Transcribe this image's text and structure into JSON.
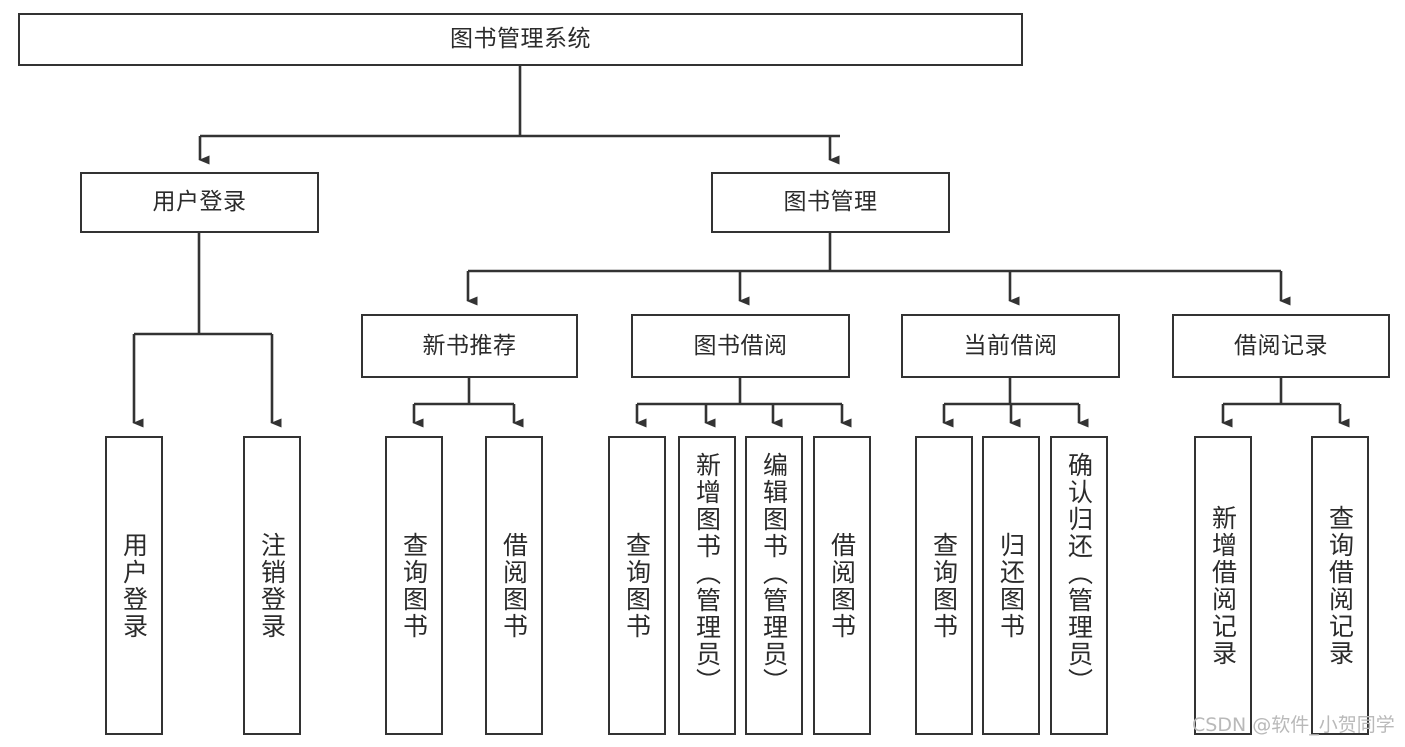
{
  "diagram": {
    "type": "tree-hierarchy-chart",
    "title": "图书管理系统",
    "stroke_color": "#333333",
    "text_color": "#2b2b2b",
    "background_color": "#ffffff",
    "nodes": {
      "root": {
        "label": "图书管理系统",
        "level": 1
      },
      "user_login": {
        "label": "用户登录",
        "level": 2
      },
      "book_manage": {
        "label": "图书管理",
        "level": 2
      },
      "new_book_rec": {
        "label": "新书推荐",
        "level": 3
      },
      "book_borrow": {
        "label": "图书借阅",
        "level": 3
      },
      "current_borrow": {
        "label": "当前借阅",
        "level": 3
      },
      "borrow_record": {
        "label": "借阅记录",
        "level": 3
      },
      "leaf_user_login": {
        "label": "用户登录",
        "level": 4
      },
      "leaf_logout": {
        "label": "注销登录",
        "level": 4
      },
      "leaf_query_book_a": {
        "label": "查询图书",
        "level": 4
      },
      "leaf_borrow_book_a": {
        "label": "借阅图书",
        "level": 4
      },
      "leaf_query_book_b": {
        "label": "查询图书",
        "level": 4
      },
      "leaf_add_book": {
        "label": "新增图书（管理员）",
        "level": 4
      },
      "leaf_edit_book": {
        "label": "编辑图书（管理员）",
        "level": 4
      },
      "leaf_borrow_book_b": {
        "label": "借阅图书",
        "level": 4
      },
      "leaf_query_book_c": {
        "label": "查询图书",
        "level": 4
      },
      "leaf_return_book": {
        "label": "归还图书",
        "level": 4
      },
      "leaf_confirm_return": {
        "label": "确认归还（管理员）",
        "level": 4
      },
      "leaf_add_record": {
        "label": "新增借阅记录",
        "level": 4
      },
      "leaf_query_record": {
        "label": "查询借阅记录",
        "level": 4
      }
    },
    "edges": [
      {
        "from": "root",
        "to": "user_login"
      },
      {
        "from": "root",
        "to": "book_manage"
      },
      {
        "from": "user_login",
        "to": "leaf_user_login"
      },
      {
        "from": "user_login",
        "to": "leaf_logout"
      },
      {
        "from": "book_manage",
        "to": "new_book_rec"
      },
      {
        "from": "book_manage",
        "to": "book_borrow"
      },
      {
        "from": "book_manage",
        "to": "current_borrow"
      },
      {
        "from": "book_manage",
        "to": "borrow_record"
      },
      {
        "from": "new_book_rec",
        "to": "leaf_query_book_a"
      },
      {
        "from": "new_book_rec",
        "to": "leaf_borrow_book_a"
      },
      {
        "from": "book_borrow",
        "to": "leaf_query_book_b"
      },
      {
        "from": "book_borrow",
        "to": "leaf_add_book"
      },
      {
        "from": "book_borrow",
        "to": "leaf_edit_book"
      },
      {
        "from": "book_borrow",
        "to": "leaf_borrow_book_b"
      },
      {
        "from": "current_borrow",
        "to": "leaf_query_book_c"
      },
      {
        "from": "current_borrow",
        "to": "leaf_return_book"
      },
      {
        "from": "current_borrow",
        "to": "leaf_confirm_return"
      },
      {
        "from": "borrow_record",
        "to": "leaf_add_record"
      },
      {
        "from": "borrow_record",
        "to": "leaf_query_record"
      }
    ]
  },
  "watermark": {
    "text": "CSDN @软件_小贺同学"
  }
}
